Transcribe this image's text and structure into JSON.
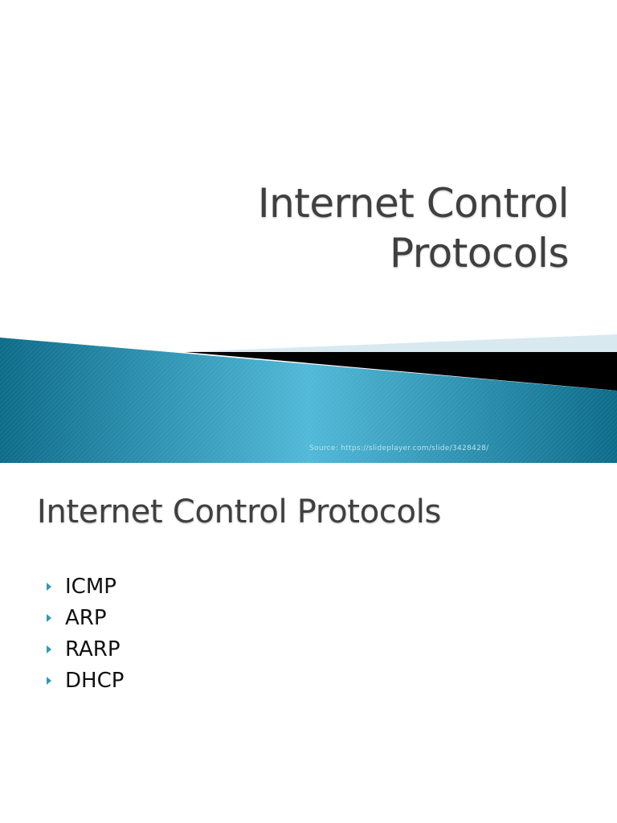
{
  "slide1": {
    "title_line1": "Internet Control",
    "title_line2": "Protocols",
    "source": "Source: https://slideplayer.com/slide/3428428/",
    "colors": {
      "band_dark": "#0b6f8c",
      "band_light": "#4db6d6",
      "wedge_light": "#d6e8ef",
      "wedge_black": "#000000"
    }
  },
  "slide2": {
    "title": "Internet Control Protocols",
    "bullets": [
      "ICMP",
      "ARP",
      "RARP",
      "DHCP"
    ],
    "bullet_icon": "triangle-right-icon",
    "bullet_color": "#2e9ab8"
  }
}
